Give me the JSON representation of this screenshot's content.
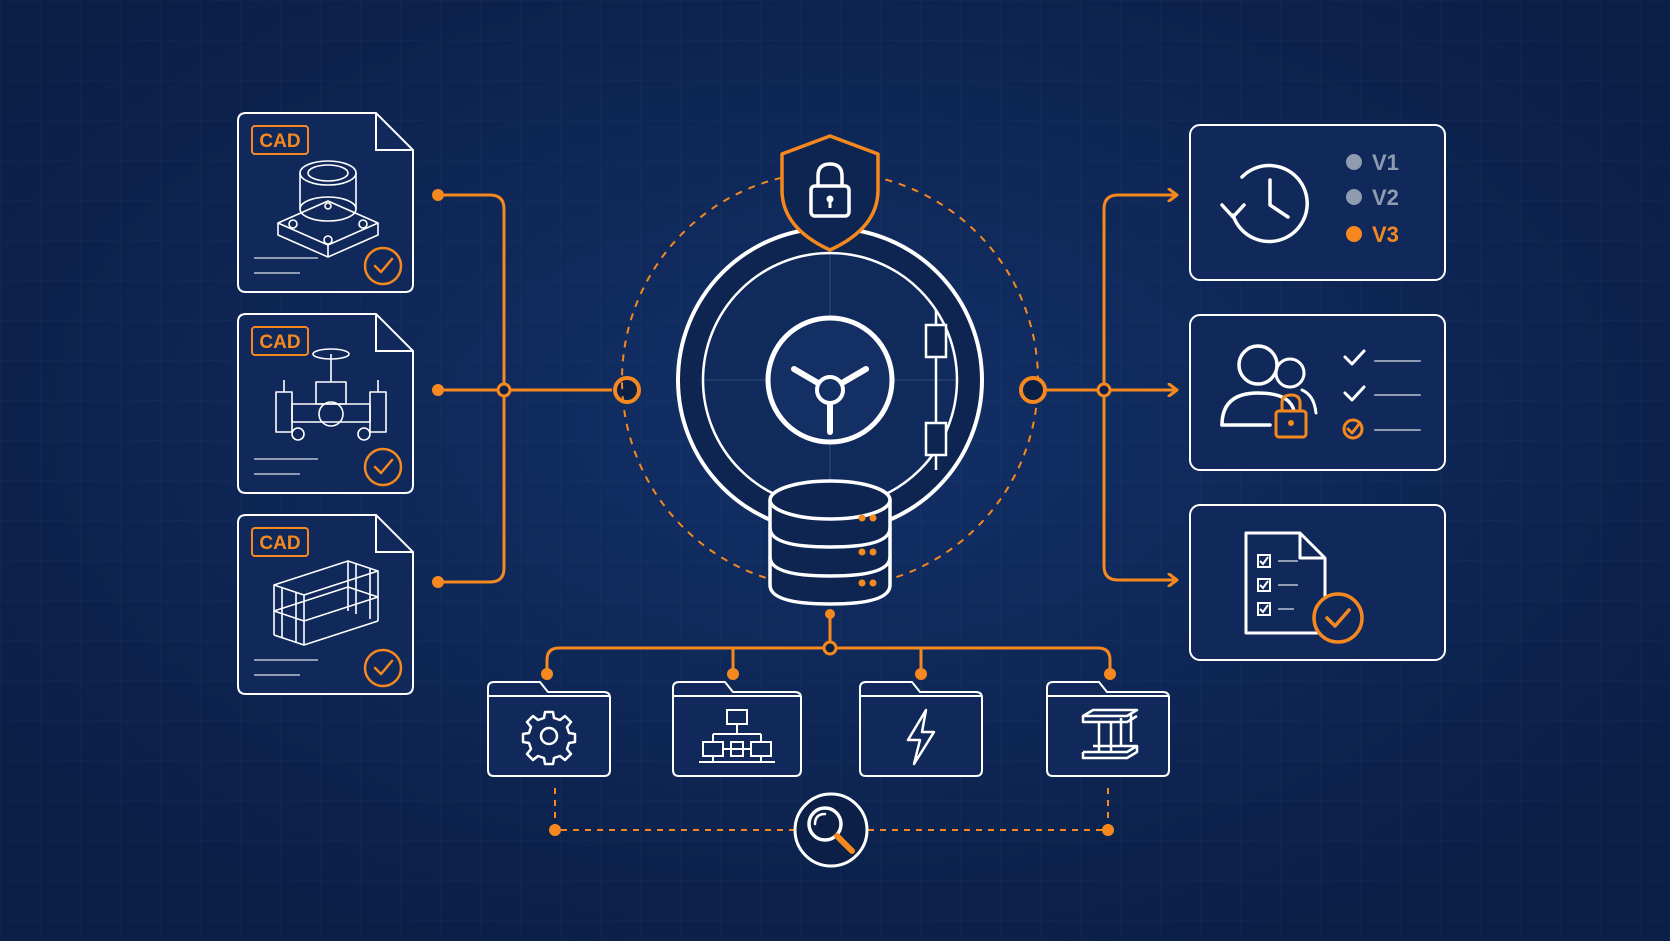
{
  "colors": {
    "background": "#0b1f47",
    "background_light": "#123068",
    "accent": "#f5891f",
    "line": "#ffffff",
    "muted": "#8f9bb0",
    "card_fill": "#10295a"
  },
  "documents": [
    {
      "tag": "CAD",
      "drawing": "flange-drawing-icon",
      "status": "check-circle-icon"
    },
    {
      "tag": "CAD",
      "drawing": "valve-assembly-drawing-icon",
      "status": "check-circle-icon"
    },
    {
      "tag": "CAD",
      "drawing": "steel-frame-drawing-icon",
      "status": "check-circle-icon"
    }
  ],
  "vault": {
    "shield": "shield-lock-icon",
    "safe": "vault-safe-icon",
    "database": "database-server-icon"
  },
  "outputs": {
    "versions": {
      "icon": "history-clock-icon",
      "items": [
        {
          "label": "V1",
          "state": "inactive"
        },
        {
          "label": "V2",
          "state": "inactive"
        },
        {
          "label": "V3",
          "state": "current"
        }
      ]
    },
    "access": {
      "icon": "users-lock-icon",
      "checks": 3
    },
    "approval": {
      "icon": "checklist-approved-icon"
    }
  },
  "folders": [
    {
      "icon": "gear-icon"
    },
    {
      "icon": "flowchart-icon"
    },
    {
      "icon": "lightning-icon"
    },
    {
      "icon": "steel-beam-icon"
    }
  ],
  "search": {
    "icon": "search-icon"
  }
}
